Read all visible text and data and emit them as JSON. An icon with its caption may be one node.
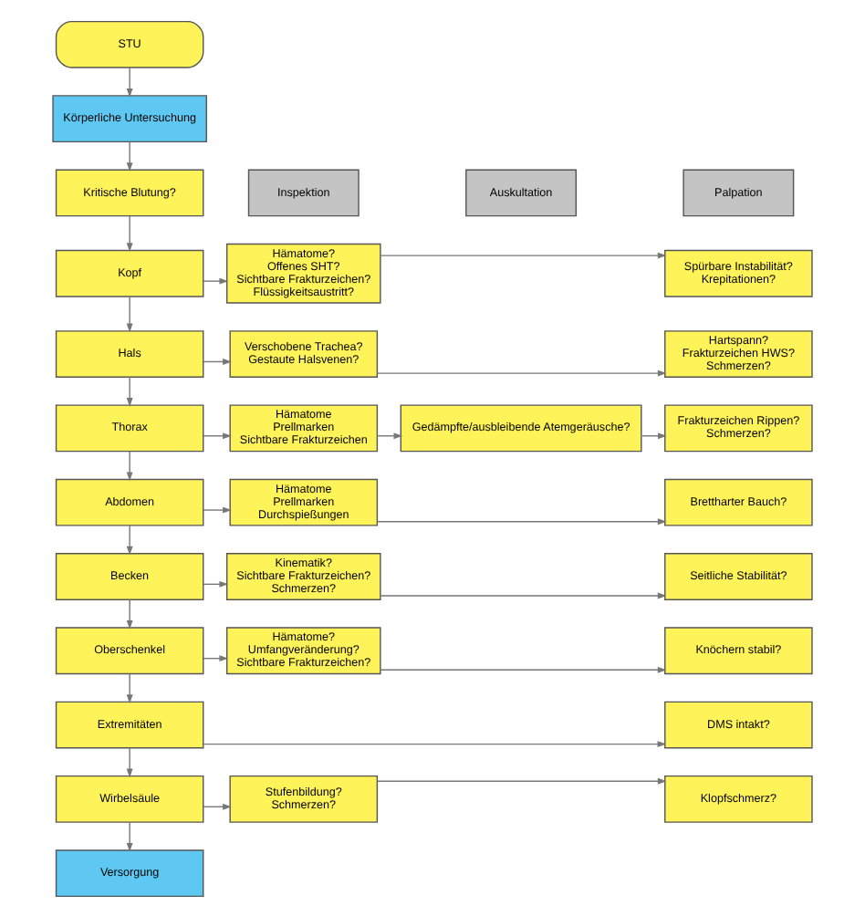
{
  "diagram": {
    "nodes": [
      {
        "text": [
          "STU"
        ]
      },
      {
        "text": [
          "Körperliche Untersuchung"
        ]
      },
      {
        "text": [
          "Inspektion"
        ]
      },
      {
        "text": [
          "Auskultation"
        ]
      },
      {
        "text": [
          "Palpation"
        ]
      },
      {
        "text": [
          "Kritische Blutung?"
        ]
      },
      {
        "text": [
          "Kopf"
        ]
      },
      {
        "text": [
          "Hämatome?",
          "Offenes SHT?",
          "Sichtbare Frakturzeichen?",
          "Flüssigkeitsaustritt?"
        ]
      },
      {
        "text": [
          "Spürbare Instabilität?",
          "Krepitationen?"
        ]
      },
      {
        "text": [
          "Hals"
        ]
      },
      {
        "text": [
          "Verschobene Trachea?",
          "Gestaute Halsvenen?"
        ]
      },
      {
        "text": [
          "Hartspann?",
          "Frakturzeichen HWS?",
          "Schmerzen?"
        ]
      },
      {
        "text": [
          "Thorax"
        ]
      },
      {
        "text": [
          "Hämatome",
          "Prellmarken",
          "Sichtbare Frakturzeichen"
        ]
      },
      {
        "text": [
          "Gedämpfte/ausbleibende Atemgeräusche?"
        ]
      },
      {
        "text": [
          "Frakturzeichen Rippen?",
          "Schmerzen?"
        ]
      },
      {
        "text": [
          "Abdomen"
        ]
      },
      {
        "text": [
          "Hämatome",
          "Prellmarken",
          "Durchspießungen"
        ]
      },
      {
        "text": [
          "Brettharter Bauch?"
        ]
      },
      {
        "text": [
          "Becken"
        ]
      },
      {
        "text": [
          "Kinematik?",
          "Sichtbare Frakturzeichen?",
          "Schmerzen?"
        ]
      },
      {
        "text": [
          "Seitliche Stabilität?"
        ]
      },
      {
        "text": [
          "Oberschenkel"
        ]
      },
      {
        "text": [
          "Hämatome?",
          "Umfangveränderung?",
          "Sichtbare Frakturzeichen?"
        ]
      },
      {
        "text": [
          "Knöchern stabil?"
        ]
      },
      {
        "text": [
          "Extremitäten"
        ]
      },
      {
        "text": [
          "DMS intakt?"
        ]
      },
      {
        "text": [
          "Wirbelsäule"
        ]
      },
      {
        "text": [
          "Stufenbildung?",
          "Schmerzen?"
        ]
      },
      {
        "text": [
          "Klopfschmerz?"
        ]
      },
      {
        "text": [
          "Versorgung"
        ]
      }
    ],
    "edges": [
      {
        "from": 0,
        "to": 1,
        "arrow": "to"
      },
      {
        "from": 1,
        "to": 5,
        "arrow": "to"
      },
      {
        "from": 5,
        "to": 6,
        "arrow": "to"
      },
      {
        "from": 6,
        "to": 9,
        "arrow": "to"
      },
      {
        "from": 9,
        "to": 12,
        "arrow": "to"
      },
      {
        "from": 12,
        "to": 16,
        "arrow": "to"
      },
      {
        "from": 16,
        "to": 19,
        "arrow": "to"
      },
      {
        "from": 19,
        "to": 22,
        "arrow": "to"
      },
      {
        "from": 22,
        "to": 25,
        "arrow": "to"
      },
      {
        "from": 25,
        "to": 27,
        "arrow": "to"
      },
      {
        "from": 27,
        "to": 30,
        "arrow": "to"
      },
      {
        "from": 6,
        "to": 7,
        "arrow": "to"
      },
      {
        "from": 7,
        "to": 8,
        "arrow": "to"
      },
      {
        "from": 9,
        "to": 10,
        "arrow": "to"
      },
      {
        "from": 10,
        "to": 11,
        "arrow": "to"
      },
      {
        "from": 12,
        "to": 13,
        "arrow": "to"
      },
      {
        "from": 13,
        "to": 14,
        "arrow": "to"
      },
      {
        "from": 14,
        "to": 15,
        "arrow": "to"
      },
      {
        "from": 16,
        "to": 17,
        "arrow": "to"
      },
      {
        "from": 17,
        "to": 18,
        "arrow": "to"
      },
      {
        "from": 19,
        "to": 20,
        "arrow": "to"
      },
      {
        "from": 20,
        "to": 21,
        "arrow": "to"
      },
      {
        "from": 22,
        "to": 23,
        "arrow": "to"
      },
      {
        "from": 23,
        "to": 24,
        "arrow": "to"
      },
      {
        "from": 25,
        "to": 26,
        "arrow": "to"
      },
      {
        "from": 27,
        "to": 28,
        "arrow": "to"
      },
      {
        "from": 28,
        "to": 29,
        "arrow": "to"
      }
    ]
  }
}
